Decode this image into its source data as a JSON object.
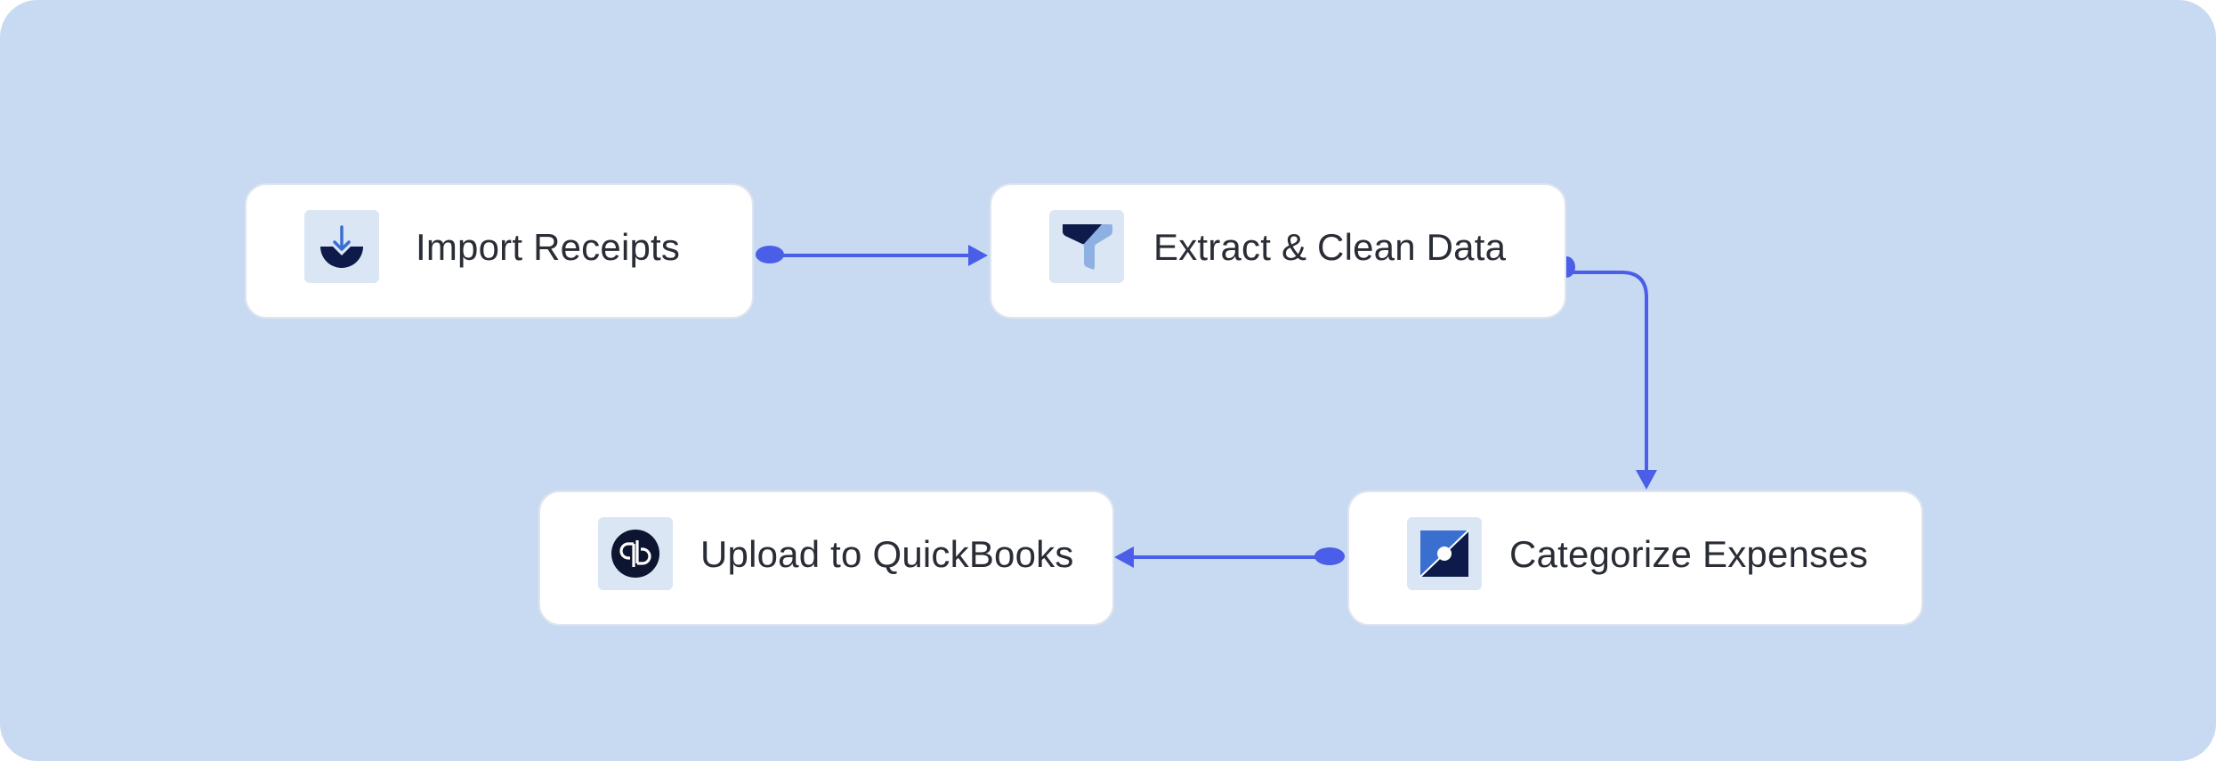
{
  "colors": {
    "background": "#c8daf2",
    "node_fill": "#ffffff",
    "icon_tile": "#dbe6f5",
    "edge": "#4a5ee8",
    "text": "#2a2d35"
  },
  "nodes": [
    {
      "id": "import",
      "label": "Import Receipts",
      "icon": "download-icon"
    },
    {
      "id": "extract",
      "label": "Extract & Clean Data",
      "icon": "filter-icon"
    },
    {
      "id": "categorize",
      "label": "Categorize Expenses",
      "icon": "category-icon"
    },
    {
      "id": "upload",
      "label": "Upload to QuickBooks",
      "icon": "quickbooks-icon"
    }
  ],
  "edges": [
    {
      "from": "import",
      "to": "extract"
    },
    {
      "from": "extract",
      "to": "categorize"
    },
    {
      "from": "categorize",
      "to": "upload"
    }
  ]
}
